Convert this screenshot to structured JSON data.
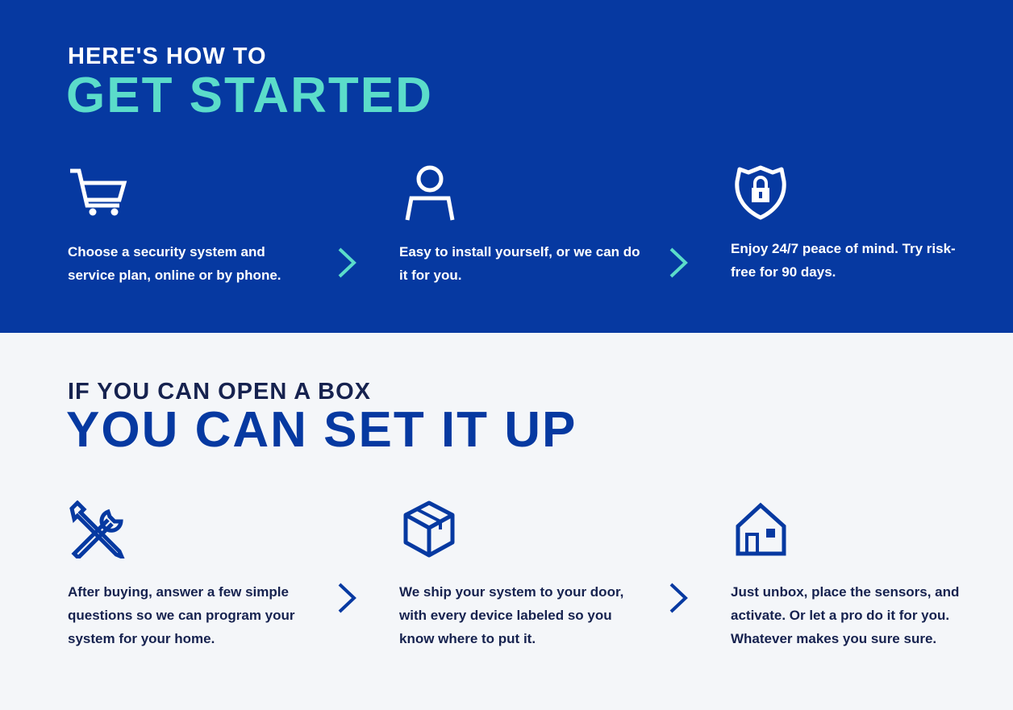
{
  "get_started": {
    "kicker": "HERE'S HOW TO",
    "headline": "GET STARTED",
    "steps": [
      {
        "icon": "shopping-cart-icon",
        "text": "Choose a security system and service plan, online or by phone."
      },
      {
        "icon": "person-icon",
        "text": "Easy to install yourself, or we can do it for you."
      },
      {
        "icon": "shield-lock-icon",
        "text": "Enjoy 24/7 peace of mind. Try risk-free for 90 days."
      }
    ]
  },
  "setup": {
    "kicker": "IF YOU CAN OPEN A BOX",
    "headline": "YOU CAN SET IT UP",
    "steps": [
      {
        "icon": "tools-icon",
        "text": "After buying, answer a few simple questions so we can program your system for your home."
      },
      {
        "icon": "box-icon",
        "text": "We ship your system to your door, with every device labeled so you know where to put it."
      },
      {
        "icon": "house-icon",
        "text": "Just unbox, place the sensors, and activate. Or let a pro do it for you. Whatever makes you sure sure."
      }
    ]
  },
  "colors": {
    "top_background": "#0639a1",
    "accent_teal": "#5bdcca",
    "bottom_background": "#f4f6f9",
    "dark_text": "#16224f"
  }
}
